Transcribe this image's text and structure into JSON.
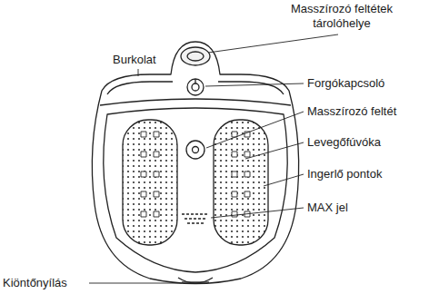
{
  "diagram": {
    "labels": [
      "Masszírozó feltétek tárolóhelye",
      "Burkolat",
      "Forgókapcsoló",
      "Masszírozó feltét",
      "Levegőfúvóka",
      "Ingerlő pontok",
      "MAX jel",
      "Kiöntőnyílás"
    ]
  }
}
